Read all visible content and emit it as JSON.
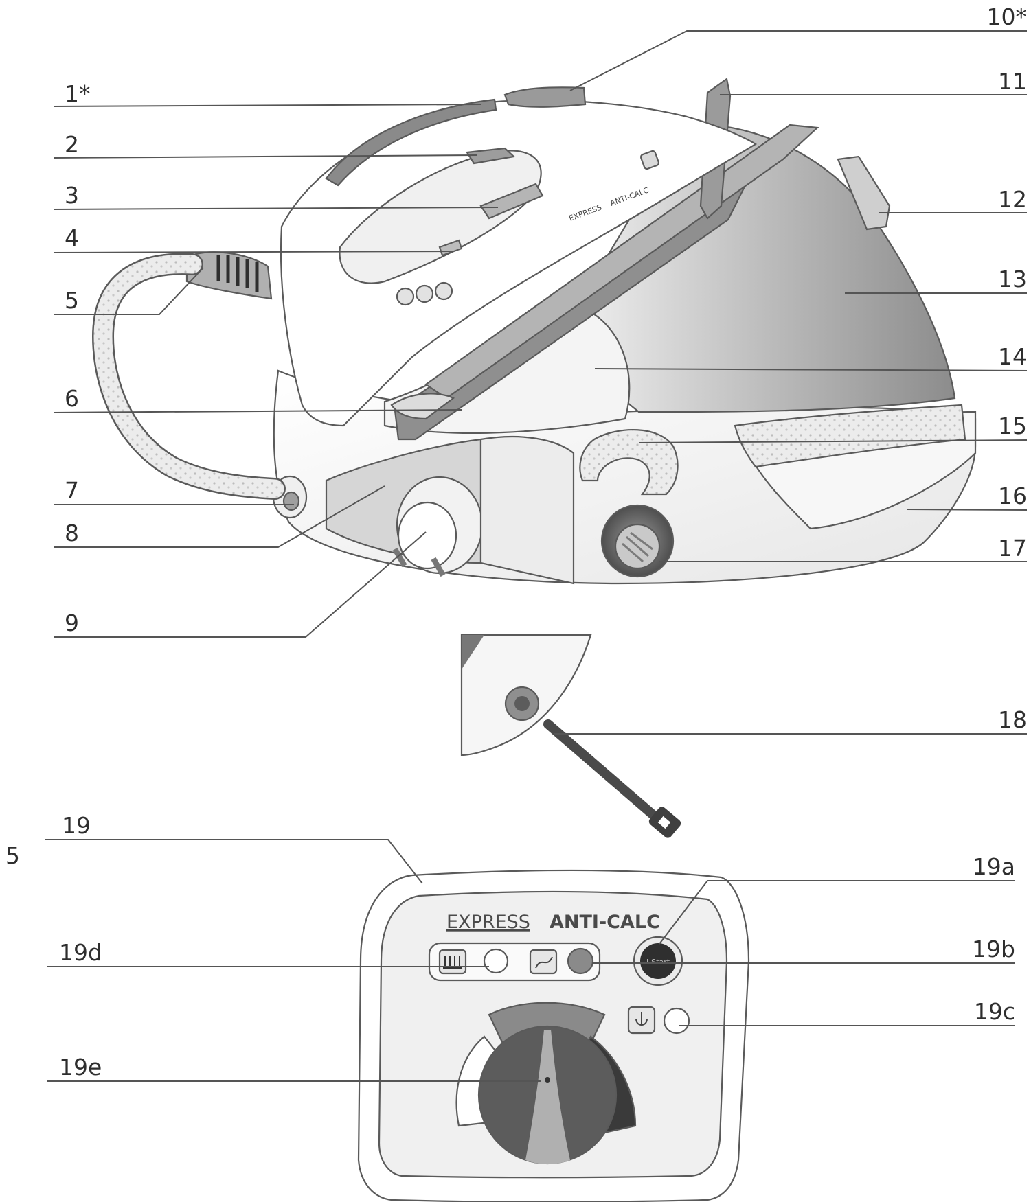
{
  "labels": {
    "l1": "1*",
    "l2": "2",
    "l3": "3",
    "l4": "4",
    "l5": "5",
    "l6": "6",
    "l7": "7",
    "l8": "8",
    "l9": "9",
    "l10": "10*",
    "l11": "11",
    "l12": "12",
    "l13": "13",
    "l14": "14",
    "l15": "15",
    "l16": "16",
    "l17": "17",
    "l18": "18",
    "l19": "19",
    "l19a": "19a",
    "l19b": "19b",
    "l19c": "19c",
    "l19d": "19d",
    "l19e": "19e",
    "edge": "5"
  },
  "iron_print": {
    "express": "EXPRESS",
    "anticalc": "ANTI-CALC"
  },
  "panel": {
    "express": "EXPRESS",
    "anticalc": "ANTI-CALC",
    "start": "I-Start"
  },
  "colors": {
    "outline": "#5a5a5a",
    "dark_grey": "#8a8a8a",
    "mid_grey": "#a8a8a8",
    "light_grey": "#d9d9d9",
    "button_dark": "#2f2f2f"
  }
}
